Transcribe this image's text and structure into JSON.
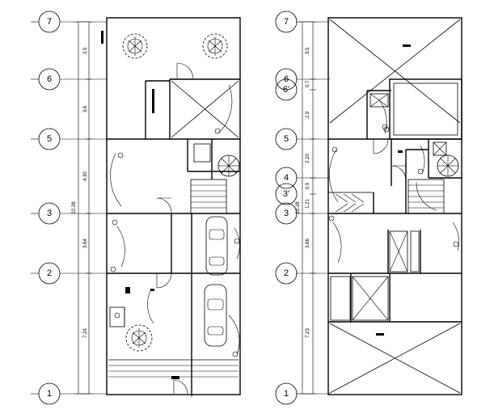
{
  "left_plan": {
    "axes": [
      "7",
      "6",
      "5",
      "3",
      "2",
      "1"
    ],
    "dimensions": {
      "overall": "22.28",
      "segments": [
        "3.5",
        "3.6",
        "4.30",
        "3.64",
        "7.24"
      ]
    }
  },
  "right_plan": {
    "axes": [
      "7",
      "6",
      "6'",
      "5",
      "4",
      "3'",
      "3",
      "2",
      "1"
    ],
    "dimensions": {
      "overall": "22.28",
      "segments": [
        "3.5",
        "0.7",
        "2.9",
        "2.20",
        "0.9",
        "1.21",
        "3.66",
        "7.23"
      ]
    }
  },
  "icons": {
    "tree": "tree-icon",
    "stair": "spiral-stair-icon",
    "car": "car-icon",
    "lamp": "ceiling-light-icon",
    "door": "door-swing-icon"
  }
}
